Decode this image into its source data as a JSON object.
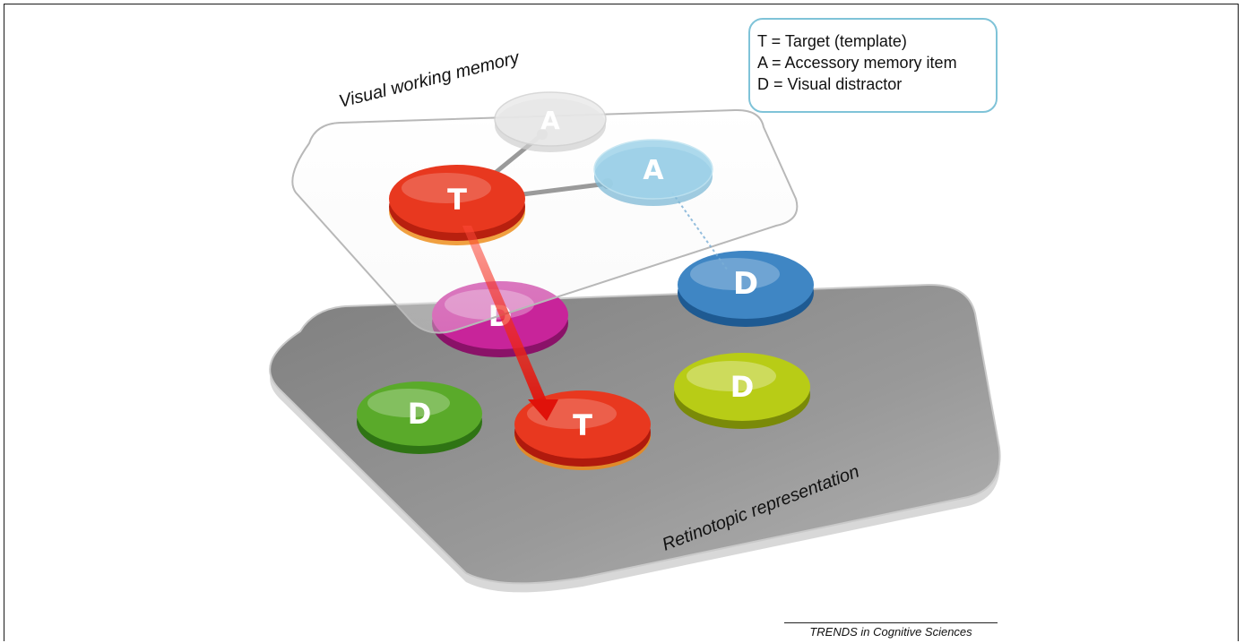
{
  "layers": {
    "top_label": "Visual working memory",
    "bottom_label": "Retinotopic representation"
  },
  "legend": {
    "items": [
      "T = Target (template)",
      "A = Accessory memory item",
      "D = Visual distractor"
    ]
  },
  "discs": {
    "top_accessory_upper": "A",
    "top_target": "T",
    "top_accessory_right": "A",
    "bottom_distractor_magenta": "D",
    "bottom_distractor_blue": "D",
    "bottom_distractor_green": "D",
    "bottom_target": "T",
    "bottom_distractor_yellow": "D"
  },
  "colors": {
    "target": "#e8381f",
    "accessory_light": "#d9d9d9",
    "accessory_blue": "#9fd3ea",
    "distractor_magenta": "#c8249a",
    "distractor_blue": "#3f86c4",
    "distractor_green": "#5aaa2a",
    "distractor_yellow": "#b8cc16",
    "legend_border": "#7fc3d8",
    "plane": "#8a8a8a"
  },
  "footer": "TRENDS in Cognitive Sciences"
}
